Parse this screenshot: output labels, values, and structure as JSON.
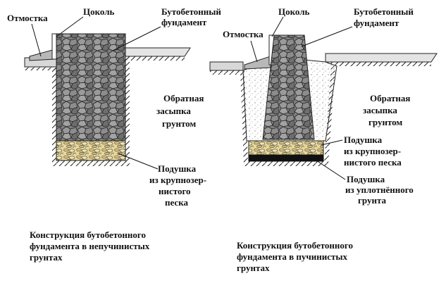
{
  "left": {
    "labels": {
      "otmostka": "Отмостка",
      "tsokol": "Цоколь",
      "foundation": [
        "Бутобетонный",
        "фундамент"
      ],
      "backfill": [
        "Обратная",
        "засыпка",
        "грунтом"
      ],
      "cushion": [
        "Подушка",
        "из крупнозер-",
        "нистого",
        "песка"
      ]
    },
    "caption": [
      "Конструкция бутобетонного",
      "фундамента в непучинистых",
      "грунтах"
    ]
  },
  "right": {
    "labels": {
      "otmostka": "Отмостка",
      "tsokol": "Цоколь",
      "foundation": [
        "Бутобетонный",
        "фундамент"
      ],
      "backfill": [
        "Обратная",
        "засыпка",
        "грунтом"
      ],
      "cushion_sand": [
        "Подушка",
        "из крупнозер-",
        "нистого песка"
      ],
      "cushion_soil": [
        "Подушка",
        "из уплотнённого",
        "грунта"
      ]
    },
    "caption": [
      "Конструкция бутобетонного",
      "фундамента в пучинистых",
      "грунтах"
    ]
  }
}
